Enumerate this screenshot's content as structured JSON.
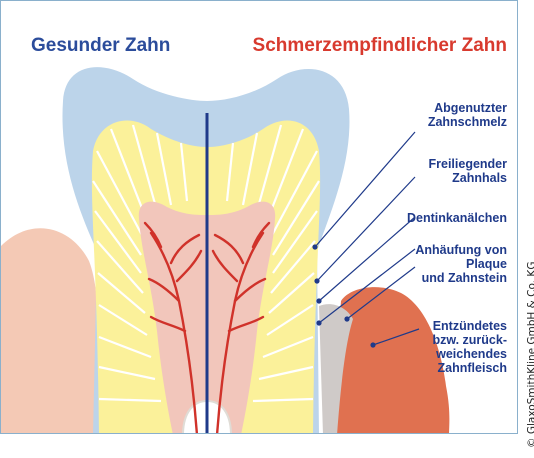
{
  "colors": {
    "left_title": "#2b4c9b",
    "right_title": "#d83a2e",
    "label_text": "#1f3a8a",
    "enamel": "#bcd4ea",
    "dentin": "#fbf19a",
    "pulp": "#f2c6bb",
    "vessels": "#d0322a",
    "gum_left": "#f4c9b5",
    "gum_right": "#e07150",
    "midline": "#1f3a8a"
  },
  "titles": {
    "left": "Gesunder Zahn",
    "right": "Schmerzempfindlicher Zahn"
  },
  "labels": {
    "worn_enamel": "Abgenutzter\nZahnschmelz",
    "exposed_neck": "Freiliegender\nZahnhals",
    "dentin_tubules": "Dentinkanälchen",
    "plaque": "Anhäufung von\nPlaque\nund Zahnstein",
    "gums": "Entzündetes\nbzw. zurück-\nweichendes\nZahnfleisch"
  },
  "credit": "© GlaxoSmithKline GmbH & Co. KG"
}
